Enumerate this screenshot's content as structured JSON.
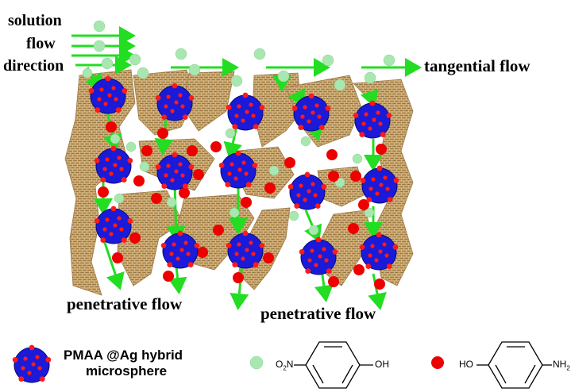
{
  "labels": {
    "solution_line1": "solution",
    "solution_line2": "flow",
    "solution_line3": "direction",
    "tangential": "tangential flow",
    "penetrative_left": "penetrative flow",
    "penetrative_right": "penetrative flow"
  },
  "legend": {
    "microsphere_line1": "PMAA @Ag hybrid",
    "microsphere_line2": "microsphere",
    "nitrophenol_left": "O",
    "nitrophenol_left_sub": "2",
    "nitrophenol_left_tail": "N",
    "nitrophenol_right": "OH",
    "aminophenol_left": "HO",
    "aminophenol_right": "NH",
    "aminophenol_right_sub": "2"
  },
  "colors": {
    "microsphere": "#1a1ad8",
    "silver_dot": "#ff1a1a",
    "reactant": "#a8e8b0",
    "product": "#ee0000",
    "arrow": "#22dd22",
    "membrane": "#c8a46a"
  }
}
